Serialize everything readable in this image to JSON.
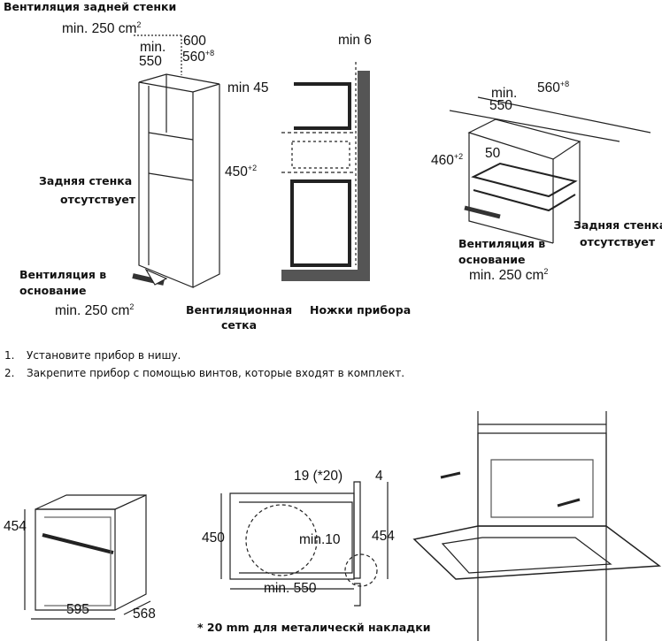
{
  "diagram1": {
    "title": "Вентиляция задней стенки",
    "vent_top": "min. 250 cm",
    "vent_top_sup": "2",
    "dim_600": "600",
    "dim_min": "min.",
    "dim_550": "550",
    "dim_560": "560",
    "dim_560_sup": "+8",
    "dim_min45": "min 45",
    "dim_450": "450",
    "dim_450_sup": "+2",
    "no_back_wall_1": "Задняя стенка",
    "no_back_wall_2": "отсутствует",
    "vent_base_1": "Вентиляция в",
    "vent_base_2": "основание",
    "vent_bottom": "min. 250 cm",
    "vent_bottom_sup": "2"
  },
  "diagram2": {
    "dim_min6": "min 6",
    "grille_1": "Вентиляционная",
    "grille_2": "сетка",
    "feet": "Ножки прибора"
  },
  "diagram3": {
    "dim_min": "min.",
    "dim_550": "550",
    "dim_560": "560",
    "dim_560_sup": "+8",
    "dim_460": "460",
    "dim_460_sup": "+2",
    "dim_50": "50",
    "no_back_wall_1": "Задняя стенка",
    "no_back_wall_2": "отсутствует",
    "vent_base_1": "Вентиляция в",
    "vent_base_2": "основание",
    "vent": "min. 250 cm",
    "vent_sup": "2"
  },
  "steps": [
    {
      "num": "1.",
      "text": "Установите прибор в нишу."
    },
    {
      "num": "2.",
      "text": "Закрепите прибор с помощью винтов, которые входят в комплект."
    }
  ],
  "diagram4": {
    "h": "454",
    "w": "595",
    "d": "568"
  },
  "diagram5": {
    "dim_19": "19 (*20)",
    "dim_4": "4",
    "dim_450": "450",
    "dim_454": "454",
    "dim_min10": "min.10",
    "dim_min550": "min. 550",
    "footnote": "* 20 mm для металическй накладки"
  }
}
